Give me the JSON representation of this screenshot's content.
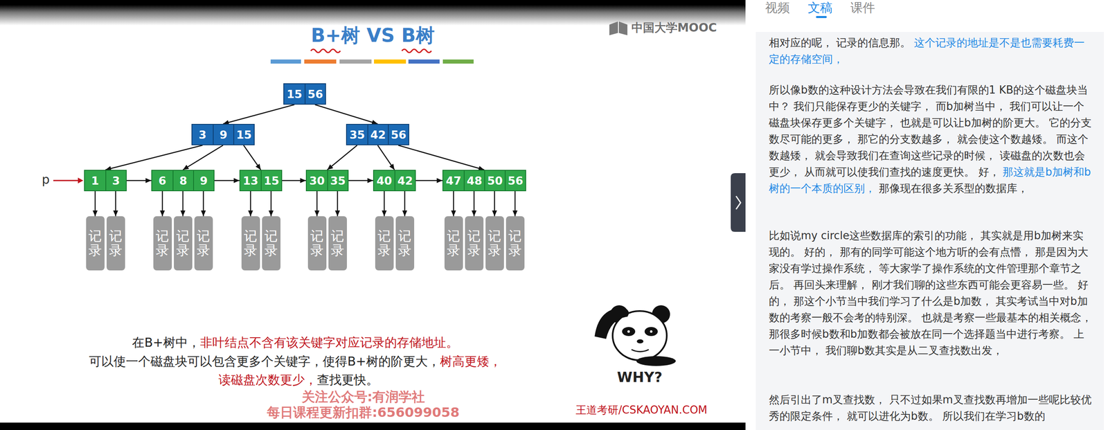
{
  "diagram": {
    "title": "B+树 VS B树",
    "nodes": [
      {
        "text": [
          "15",
          "56"
        ]
      },
      {
        "text": [
          "3",
          "9",
          "15"
        ]
      },
      {
        "text": [
          "35",
          "42",
          "56"
        ]
      },
      {
        "text": [
          "1",
          "3"
        ]
      },
      {
        "text": [
          "6",
          "8",
          "9"
        ]
      },
      {
        "text": [
          "13",
          "15"
        ]
      },
      {
        "text": [
          "30",
          "35"
        ]
      },
      {
        "text": [
          "40",
          "42"
        ]
      },
      {
        "text": [
          "47",
          "48",
          "50",
          "56"
        ]
      },
      {
        "text": [
          "记录"
        ]
      },
      {
        "text": [
          "记录"
        ]
      },
      {
        "text": [
          "记录"
        ]
      },
      {
        "text": [
          "记录"
        ]
      },
      {
        "text": [
          "记录"
        ]
      },
      {
        "text": [
          "记录"
        ]
      },
      {
        "text": [
          "记录"
        ]
      },
      {
        "text": [
          "记录"
        ]
      },
      {
        "text": [
          "记录"
        ]
      },
      {
        "text": [
          "记录"
        ]
      },
      {
        "text": [
          "记录"
        ]
      },
      {
        "text": [
          "记录"
        ]
      },
      {
        "text": [
          "记录"
        ]
      },
      {
        "text": [
          "记录"
        ]
      },
      {
        "text": [
          "记录"
        ]
      }
    ],
    "edges": [
      {
        "from": 0,
        "to": 1,
        "arrow": "to"
      },
      {
        "from": 0,
        "to": 2,
        "arrow": "to"
      },
      {
        "from": 1,
        "to": 3,
        "arrow": "to"
      },
      {
        "from": 1,
        "to": 4,
        "arrow": "to"
      },
      {
        "from": 1,
        "to": 5,
        "arrow": "to"
      },
      {
        "from": 2,
        "to": 6,
        "arrow": "to"
      },
      {
        "from": 2,
        "to": 7,
        "arrow": "to"
      },
      {
        "from": 2,
        "to": 8,
        "arrow": "to"
      },
      {
        "from": 3,
        "to": 4,
        "arrow": "to"
      },
      {
        "from": 4,
        "to": 5,
        "arrow": "to"
      },
      {
        "from": 5,
        "to": 6,
        "arrow": "to"
      },
      {
        "from": 6,
        "to": 7,
        "arrow": "to"
      },
      {
        "from": 7,
        "to": 8,
        "arrow": "to"
      },
      {
        "from": 3,
        "to": 9,
        "arrow": "to"
      },
      {
        "from": 3,
        "to": 10,
        "arrow": "to"
      },
      {
        "from": 4,
        "to": 11,
        "arrow": "to"
      },
      {
        "from": 4,
        "to": 12,
        "arrow": "to"
      },
      {
        "from": 4,
        "to": 13,
        "arrow": "to"
      },
      {
        "from": 5,
        "to": 14,
        "arrow": "to"
      },
      {
        "from": 5,
        "to": 15,
        "arrow": "to"
      },
      {
        "from": 6,
        "to": 16,
        "arrow": "to"
      },
      {
        "from": 6,
        "to": 17,
        "arrow": "to"
      },
      {
        "from": 7,
        "to": 18,
        "arrow": "to"
      },
      {
        "from": 7,
        "to": 19,
        "arrow": "to"
      },
      {
        "from": 8,
        "to": 20,
        "arrow": "to"
      },
      {
        "from": 8,
        "to": 21,
        "arrow": "to"
      },
      {
        "from": 8,
        "to": 22,
        "arrow": "to"
      },
      {
        "from": 8,
        "to": 23,
        "arrow": "to"
      }
    ],
    "labels": [
      "中国大学MOOC",
      "p",
      "在B+树中，",
      "非叶结点不含有该关键字对应记录的存储地址。",
      "可以使一个磁盘块可以包含更多个关键字，使得B+树的阶更大，",
      "树高更矮，",
      "读磁盘次数更少，",
      "查找更快。",
      "关注公众号:有润学社",
      "每日课程更新扣群:656099058",
      "WHY?",
      "王道考研/CSKAOYAN.COM",
      "视频",
      "文稿",
      "课件",
      "相对应的呢， 记录的信息那。",
      "这个记录的地址是不是也需要耗费一定的存储空间，",
      "所以像b数的这种设计方法会导致在我们有限的1 KB的这个磁盘块当中？ 我们只能保存更少的关键字， 而b加树当中， 我们可以让一个磁盘块保存更多个关键字， 也就是可以让b加树的阶更大。 它的分支数尽可能的更多， 那它的分支数越多， 就会使这个数越矮。 而这个数越矮， 就会导致我们在查询这些记录的时候， 读磁盘的次数也会更少， 从而就可以使我们查找的速度更快。 好，",
      "那这就是b加树和b树的一个本质的区别，",
      "那像现在很多关系型的数据库，",
      "比如说my circle这些数据库的索引的功能， 其实就是用b加树来实现的。 好的， 那有的同学可能这个地方听的会有点懵， 那是因为大家没有学过操作系统， 等大家学了操作系统的文件管理那个章节之后。 再回头来理解， 刚才我们聊的这些东西可能会更容易一些。 好的， 那这个小节当中我们学习了什么是b加数， 其实考试当中对b加数的考察一般不会考的特别深。 也就是考察一些最基本的相关概念， 那很多时候b数和b加数都会被放在同一个选择题当中进行考察。 上一小节中， 我们聊b数其实是从二叉查找数出发，",
      "然后引出了m叉查找数， 只不过如果m叉查找数再增加一些呢比较优秀的限定条件， 就可以进化为b数。 所以我们在学习b数的"
    ]
  }
}
